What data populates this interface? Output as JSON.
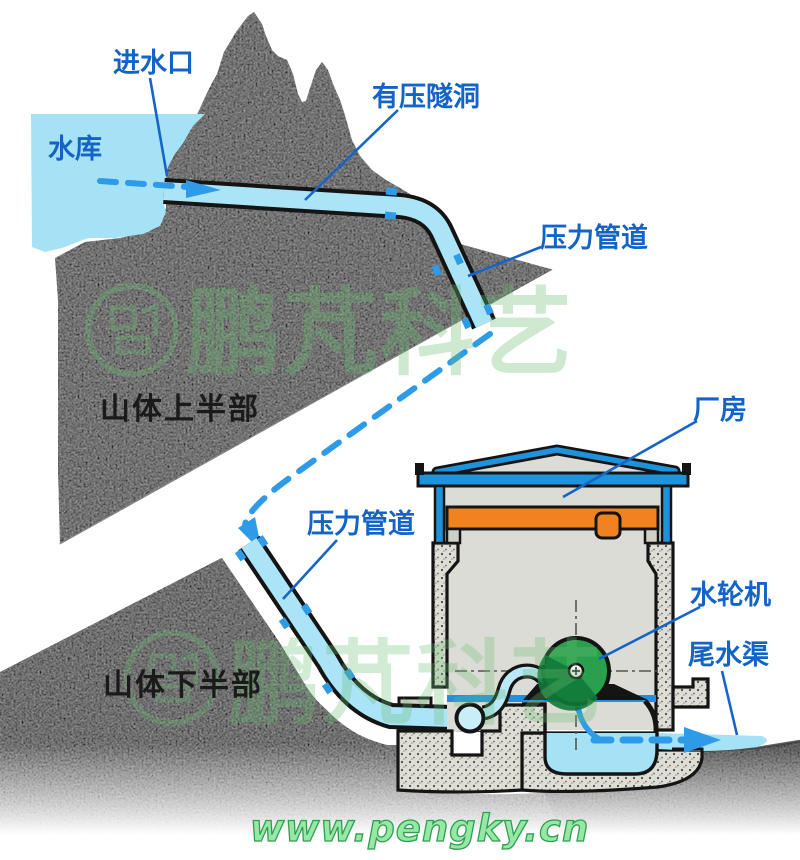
{
  "labels": {
    "inlet": "进水口",
    "reservoir": "水库",
    "pressure_tunnel": "有压隧洞",
    "penstock_upper": "压力管道",
    "mountain_upper": "山体上半部",
    "powerhouse": "厂房",
    "penstock_lower": "压力管道",
    "turbine": "水轮机",
    "tailrace": "尾水渠",
    "mountain_lower": "山体下半部"
  },
  "watermark": {
    "brand": "鹏芃科艺",
    "brand2": "鹏芃科艺",
    "url": "www.pengky.cn"
  },
  "colors": {
    "label_blue": "#1464C6",
    "text_black": "#1A1A1A",
    "flow_blue": "#2E9BE8",
    "pipe_water": "#ABE4F6",
    "basin_water": "#A5E2F6",
    "waterline_blue": "#1F8FDF",
    "roof_blue": "#1E93DC",
    "crane_orange": "#F08220",
    "turbine_green": "#2AA04E",
    "turbine_green_dark": "#11793A",
    "watermark_green": "#6CBE74",
    "url_green": "#97E8A4",
    "mountain_gray": "#AFAFAF",
    "concrete": "#DEDED6"
  }
}
